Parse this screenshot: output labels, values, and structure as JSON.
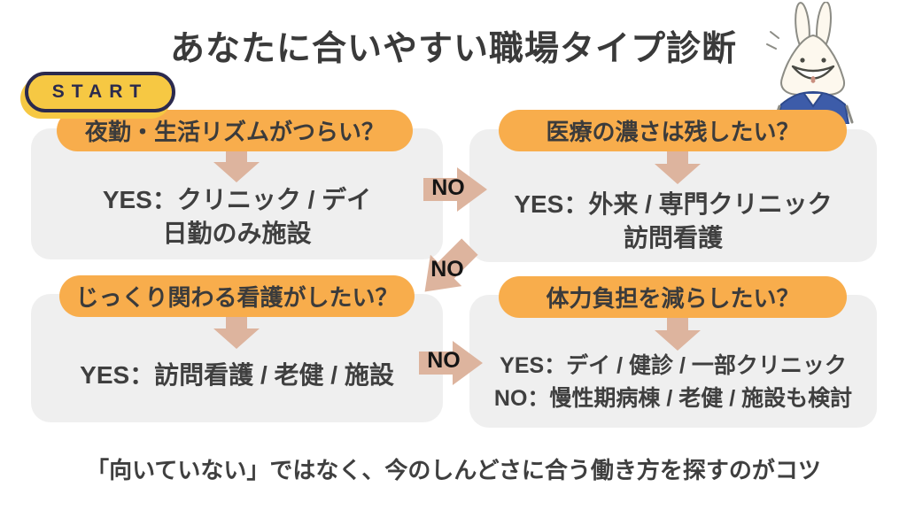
{
  "title": "あなたに合いやすい職場タイプ診断",
  "start_label": "START",
  "boxes": [
    {
      "question": "夜勤・生活リズムがつらい？",
      "lines": [
        "YES：クリニック / デイ",
        "日勤のみ施設"
      ]
    },
    {
      "question": "医療の濃さは残したい？",
      "lines": [
        "YES：外来 / 専門クリニック",
        "訪問看護"
      ]
    },
    {
      "question": "じっくり関わる看護がしたい？",
      "lines": [
        "YES：訪問看護 / 老健 / 施設"
      ]
    },
    {
      "question": "体力負担を減らしたい？",
      "lines": [
        "YES：デイ / 健診 / 一部クリニック",
        "NO：慢性期病棟 / 老健 / 施設も検討"
      ]
    }
  ],
  "connectors": [
    {
      "label": "NO",
      "direction": "right"
    },
    {
      "label": "NO",
      "direction": "down-left"
    },
    {
      "label": "NO",
      "direction": "right"
    }
  ],
  "footer": "「向いていない」ではなく、今のしんどさに合う働き方を探すのがコツ",
  "mascot_icon": "smiling-rabbit-nurse-in-scrubs",
  "colors": {
    "accent_orange": "#F8AD4C",
    "arrow_tan": "#DDB49E",
    "box_gray": "#EFEFEF",
    "start_yellow": "#F6C843",
    "navy_outline": "#2B2A4E",
    "text_dark": "#3B3B3B",
    "rabbit_scrub_blue": "#3D5CA9"
  }
}
